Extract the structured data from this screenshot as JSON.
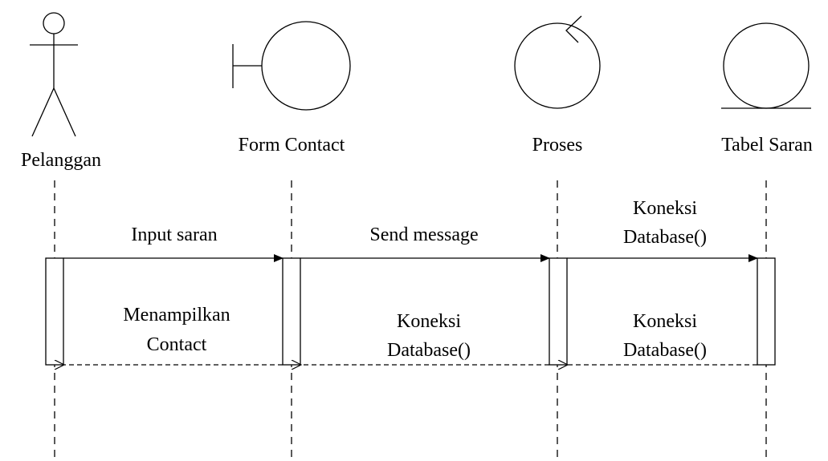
{
  "participants": {
    "actor": {
      "label": "Pelanggan",
      "icon": "actor-icon"
    },
    "boundary": {
      "label": "Form Contact",
      "icon": "boundary-icon"
    },
    "control": {
      "label": "Proses",
      "icon": "control-icon"
    },
    "entity": {
      "label": "Tabel Saran",
      "icon": "entity-icon"
    }
  },
  "messages": {
    "m1": {
      "line1": "Input saran"
    },
    "m2": {
      "line1": "Send message"
    },
    "m3": {
      "line1": "Koneksi",
      "line2": "Database()"
    },
    "r1": {
      "line1": "Menampilkan",
      "line2": "Contact"
    },
    "r2": {
      "line1": "Koneksi",
      "line2": "Database()"
    },
    "r3": {
      "line1": "Koneksi",
      "line2": "Database()"
    }
  },
  "colors": {
    "stroke": "#000000",
    "background": "#ffffff"
  }
}
